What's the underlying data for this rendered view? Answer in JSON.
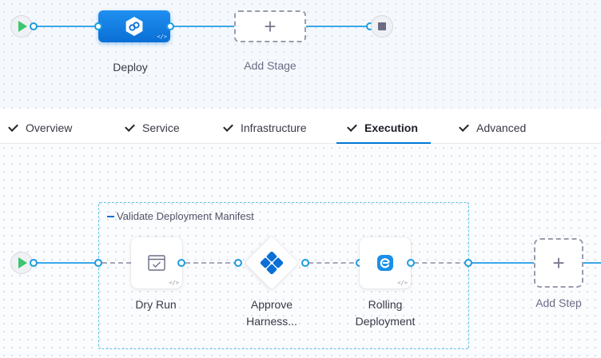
{
  "pipeline": {
    "stages": [
      {
        "name": "Deploy",
        "code_tag": "</>"
      },
      {
        "name": "Add Stage",
        "symbol": "+"
      }
    ],
    "start_icon": "play-icon",
    "end_icon": "stop-icon"
  },
  "tabs": [
    {
      "label": "Overview",
      "checked": true
    },
    {
      "label": "Service",
      "checked": true
    },
    {
      "label": "Infrastructure",
      "checked": true
    },
    {
      "label": "Execution",
      "checked": true,
      "active": true
    },
    {
      "label": "Advanced",
      "checked": true
    }
  ],
  "execution": {
    "group_title": "Validate Deployment Manifest",
    "steps": [
      {
        "name": "Dry Run",
        "code_tag": "</>",
        "icon": "dry-run-icon"
      },
      {
        "name_line1": "Approve",
        "name_line2": "Harness...",
        "icon": "approval-icon"
      },
      {
        "name_line1": "Rolling",
        "name_line2": "Deployment",
        "code_tag": "</>",
        "icon": "rolling-deployment-icon"
      }
    ],
    "add_step": {
      "label": "Add Step",
      "symbol": "+"
    }
  },
  "colors": {
    "accent": "#0278d5",
    "connector": "#3aa7e9",
    "play": "#3dc66d",
    "stage_fill": "#0a6fd6"
  }
}
